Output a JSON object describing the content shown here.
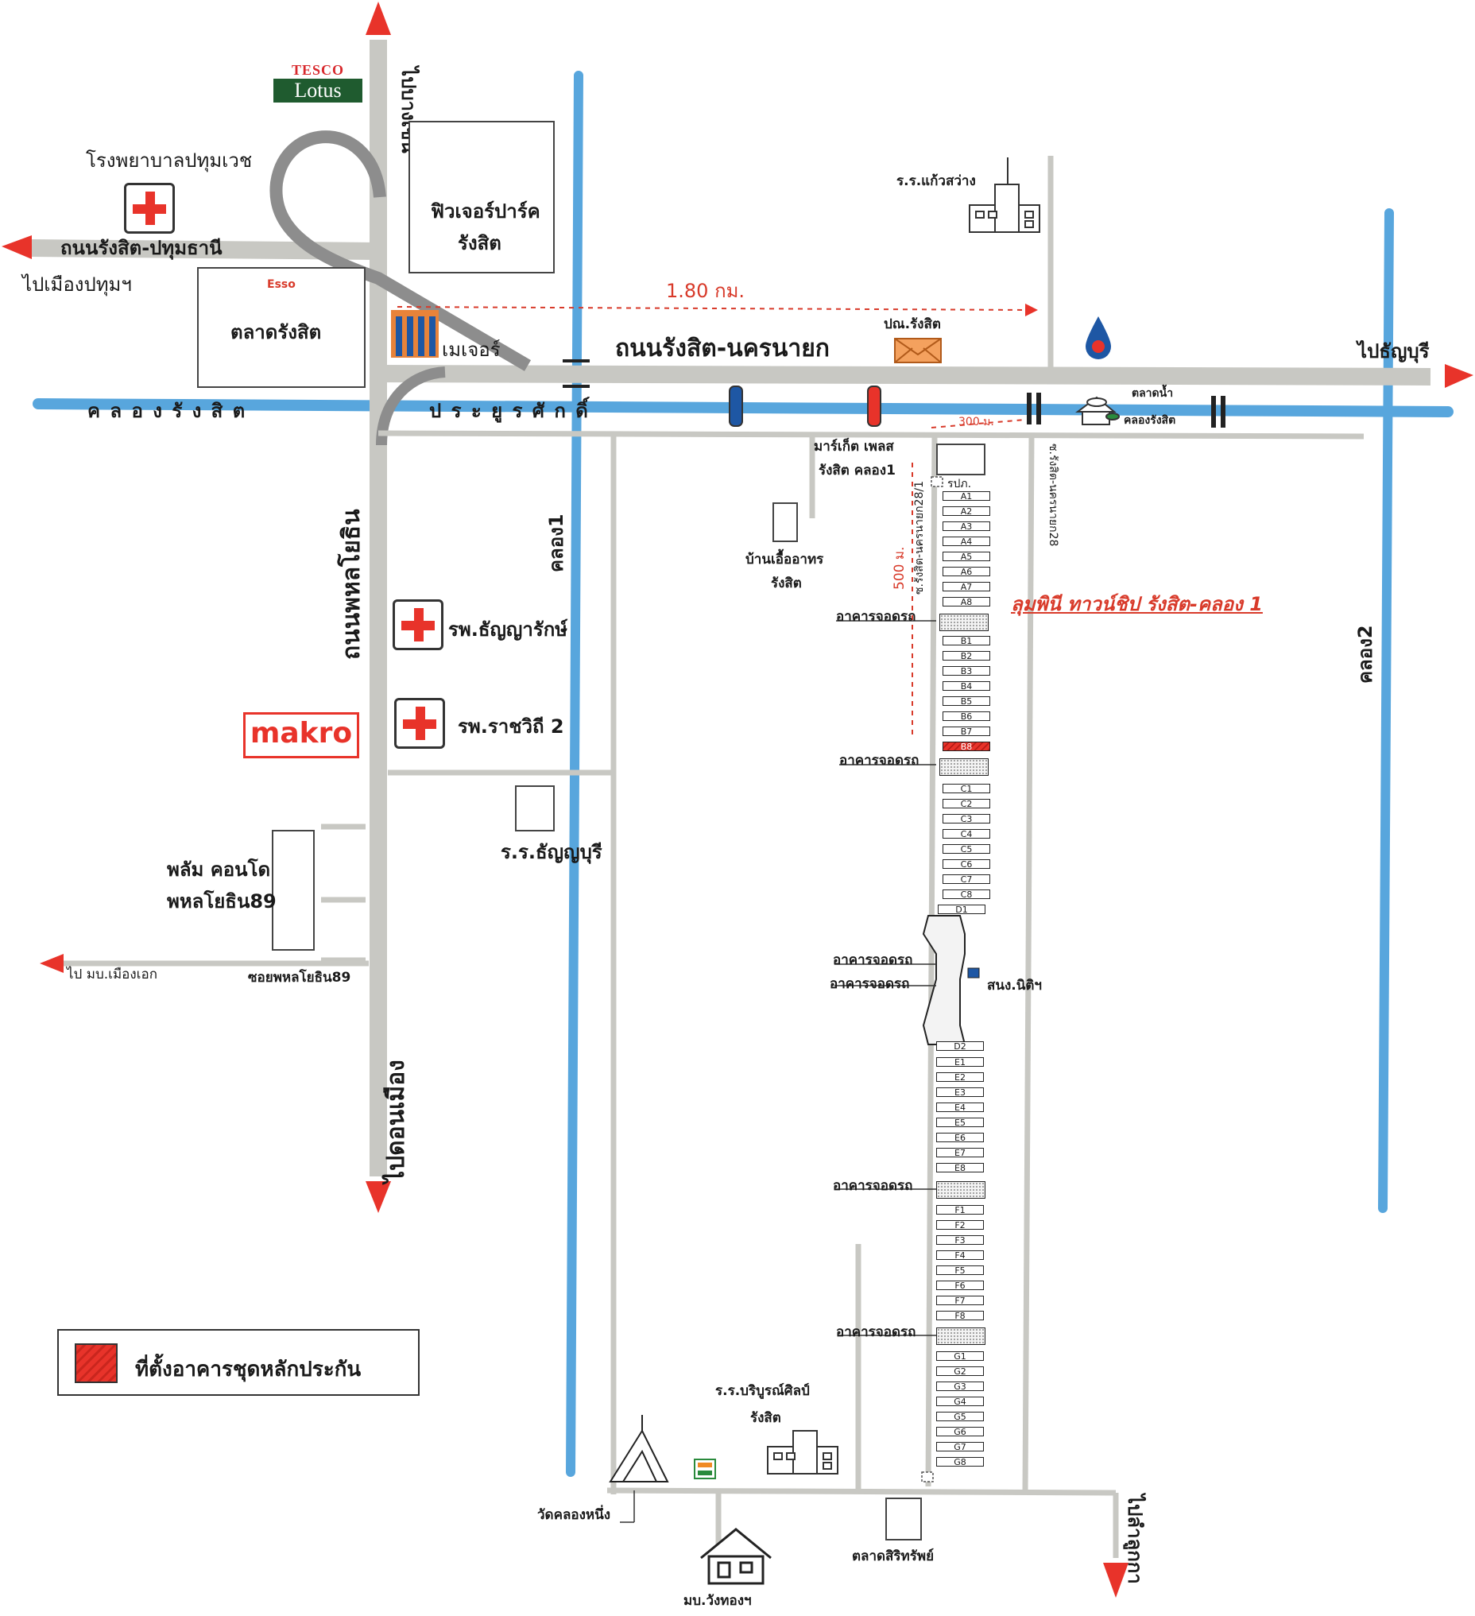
{
  "colors": {
    "canal": "#58a6dd",
    "road": "#c8c8c3",
    "arrow": "#e8332a",
    "highlight": "#e8332a",
    "route_line": "#e8332a"
  },
  "roads": {
    "rangsit_pathum": "ถนนรังสิต-ปทุมธานี",
    "rangsit_nakhonnayok": "ถนนรังสิต-นครนายก",
    "phahonyothin": "ถนนพหลโยธิน",
    "soi_rangsit_nakhonnayok_28": "ซ.รังสิต-นครนายก28",
    "soi_rangsit_nakhonnayok_28_1": "ซ.รังสิต-นครนายก28/1",
    "soi_phahonyothin_89": "ซอยพหลโยธิน89"
  },
  "canals": {
    "khlong_rangsit": "ค ล อ ง รั ง สิ ต",
    "prayurasak": "ป ร ะ ยู ร ศั ก ดิ์",
    "khlong1": "คลอง1",
    "khlong2": "คลอง2"
  },
  "directions": {
    "to_bangkhen": "ไปบางเขน",
    "to_pathum": "ไปเมืองปทุมฯ",
    "to_thanyaburi": "ไปธัญบุรี",
    "to_donmueang": "ไปดอนเมือง",
    "to_lamlukka": "ไปลำลูกกา",
    "to_muangake": "ไป มบ.เมืองเอก"
  },
  "places": {
    "tesco_top": "TESCO",
    "tesco_bottom": "Lotus",
    "pathumvej_hospital": "โรงพยาบาลปทุมเวช",
    "future_park_line1": "ฟิวเจอร์ปาร์ค",
    "future_park_line2": "รังสิต",
    "rangsit_market": "ตลาดรังสิต",
    "esso": "Esso",
    "major": "เมเจอร์",
    "kaew_sawang_school": "ร.ร.แก้วสว่าง",
    "rangsit_post": "ปณ.รังสิต",
    "floating_market_line1": "ตลาดน้ำ",
    "floating_market_line2": "คลองรังสิต",
    "market_place_line1": "มาร์เก็ต เพลส",
    "market_place_line2": "รังสิต คลอง1",
    "ban_uea_arthorn_line1": "บ้านเอื้ออาทร",
    "ban_uea_arthorn_line2": "รังสิต",
    "thanyarak_hospital": "รพ.ธัญญารักษ์",
    "rajavithi2_hospital": "รพ.ราชวิถี 2",
    "makro": "makro",
    "thanyaburi_school": "ร.ร.ธัญญบุรี",
    "plum_condo_line1": "พลัม คอนโด",
    "plum_condo_line2": "พหลโยธิน89",
    "lumpini": "ลุมพินี ทาวน์ชิป รังสิต-คลอง 1",
    "rpk": "รปภ.",
    "parking_1": "อาคารจอดรถ",
    "parking_2": "อาคารจอดรถ",
    "parking_3": "อาคารจอดรถ",
    "parking_4": "อาคารจอดรถ",
    "parking_5": "อาคารจอดรถ",
    "parking_6": "อาคารจอดรถ",
    "swimming_pool": "สนง.นิติฯ",
    "boriboon_school_line1": "ร.ร.บริบูรณ์ศิลป์",
    "boriboon_school_line2": "รังสิต",
    "wat_khlong_nueng": "วัดคลองหนึ่ง",
    "mb_wangthong": "มบ.วังทองฯ",
    "sirisap_market": "ตลาดสิริทรัพย์"
  },
  "distances": {
    "d1": "1.80 กม.",
    "d2": "300 ม.",
    "d3": "500 ม."
  },
  "units": {
    "A": [
      "A1",
      "A2",
      "A3",
      "A4",
      "A5",
      "A6",
      "A7",
      "A8"
    ],
    "B": [
      "B1",
      "B2",
      "B3",
      "B4",
      "B5",
      "B6",
      "B7",
      "B8"
    ],
    "C": [
      "C1",
      "C2",
      "C3",
      "C4",
      "C5",
      "C6",
      "C7",
      "C8"
    ],
    "D": [
      "D1",
      "D2"
    ],
    "E": [
      "E1",
      "E2",
      "E3",
      "E4",
      "E5",
      "E6",
      "E7",
      "E8"
    ],
    "F": [
      "F1",
      "F2",
      "F3",
      "F4",
      "F5",
      "F6",
      "F7",
      "F8"
    ],
    "G": [
      "G1",
      "G2",
      "G3",
      "G4",
      "G5",
      "G6",
      "G7",
      "G8"
    ]
  },
  "highlighted_unit": "B8",
  "legend": {
    "text": "ที่ตั้งอาคารชุดหลักประกัน"
  }
}
